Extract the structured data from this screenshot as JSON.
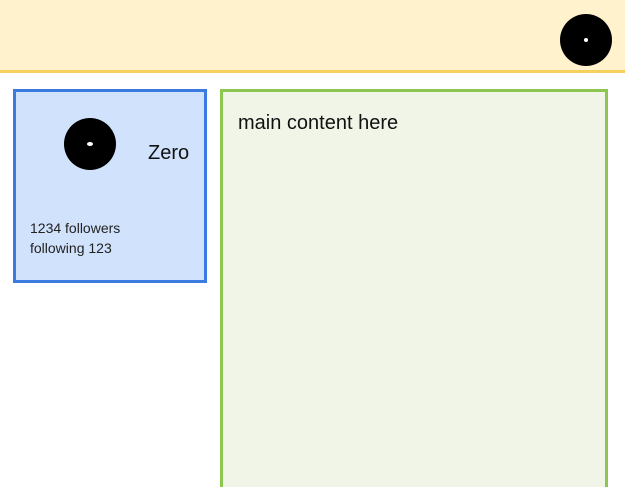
{
  "header": {
    "avatar_icon": "user-avatar-icon"
  },
  "profile": {
    "avatar_icon": "user-avatar-icon",
    "name": "Zero",
    "followers": "1234 followers",
    "following": "following 123"
  },
  "main": {
    "text": "main content here"
  },
  "colors": {
    "header_bg": "#fff2cc",
    "header_border": "#f5d05a",
    "profile_bg": "#d1e2fc",
    "profile_border": "#3b7ae0",
    "main_bg": "#f1f5e8",
    "main_border": "#8cc751"
  }
}
